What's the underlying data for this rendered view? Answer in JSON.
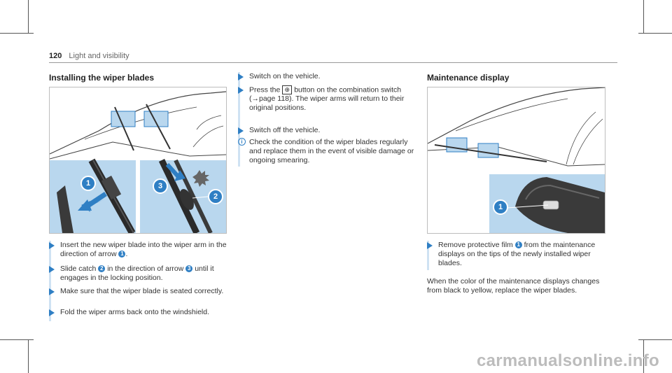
{
  "header": {
    "page_number": "120",
    "section": "Light and visibility"
  },
  "left": {
    "title": "Installing the wiper blades",
    "callouts": [
      "1",
      "3",
      "2"
    ],
    "steps": [
      {
        "text": "Insert the new wiper blade into the wiper arm in the direction of arrow",
        "ref": "1",
        "end": "."
      },
      {
        "pre": "Slide catch",
        "ref_a": "2",
        "mid": "in the direction of arrow",
        "ref_b": "3",
        "post": "until it engages in the locking position."
      },
      {
        "text": "Make sure that the wiper blade is seated correctly."
      },
      {
        "text": "Fold the wiper arms back onto the windshield."
      }
    ]
  },
  "middle": {
    "steps": [
      {
        "text": "Switch on the vehicle."
      },
      {
        "pre": "Press the",
        "post": "button on the combination switch (",
        "link": "page 118",
        "end": "). The wiper arms will return to their original positions."
      },
      {
        "text": "Switch off the vehicle."
      }
    ],
    "note": "Check the condition of the wiper blades regularly and replace them in the event of visible damage or ongoing smearing."
  },
  "right": {
    "title": "Maintenance display",
    "callout": "1",
    "step": {
      "pre": "Remove protective film",
      "ref": "1",
      "post": "from the maintenance displays on the tips of the newly installed wiper blades."
    },
    "paragraph": "When the color of the maintenance displays changes from black to yellow, replace the wiper blades."
  },
  "watermark": "carmanualsonline.info",
  "colors": {
    "accent": "#2f7fc4",
    "panel": "#b9d7ee",
    "bar": "#cfe2f3"
  }
}
